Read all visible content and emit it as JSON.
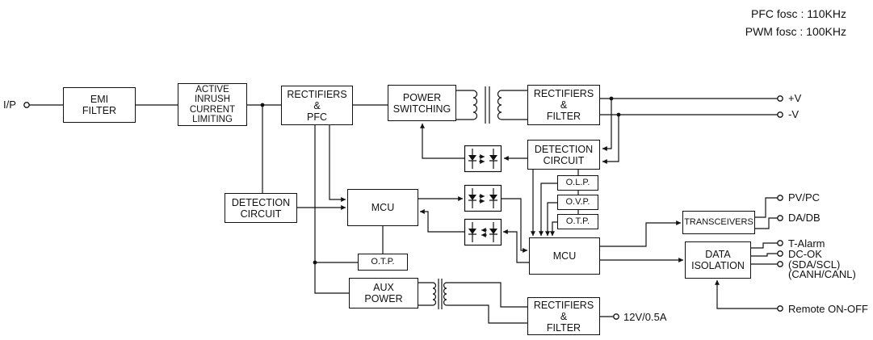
{
  "notes": {
    "pfc": "PFC fosc : 110KHz",
    "pwm": "PWM fosc : 100KHz"
  },
  "blocks": {
    "emi_filter": "EMI\nFILTER",
    "inrush": "ACTIVE\nINRUSH\nCURRENT\nLIMITING",
    "rect_pfc": "RECTIFIERS\n&\nPFC",
    "power_switching": "POWER\nSWITCHING",
    "rect_filter_top": "RECTIFIERS\n&\nFILTER",
    "det_circuit_top": "DETECTION\nCIRCUIT",
    "olp": "O.L.P.",
    "ovp": "O.V.P.",
    "otp_sec": "O.T.P.",
    "det_circuit_left": "DETECTION\nCIRCUIT",
    "mcu_primary": "MCU",
    "otp_pri": "O.T.P.",
    "mcu_secondary": "MCU",
    "transceivers": "TRANSCEIVERS",
    "data_isolation": "DATA\nISOLATION",
    "aux_power": "AUX\nPOWER",
    "rect_filter_aux": "RECTIFIERS\n&\nFILTER"
  },
  "terminals": {
    "input": "I/P",
    "v_plus": "+V",
    "v_minus": "-V",
    "pv_pc": "PV/PC",
    "da_db": "DA/DB",
    "t_alarm": "T-Alarm",
    "dc_ok": "DC-OK",
    "sda_scl": "(SDA/SCL)",
    "canh_canl": "(CANH/CANL)",
    "remote": "Remote ON-OFF",
    "aux_out": "12V/0.5A"
  }
}
